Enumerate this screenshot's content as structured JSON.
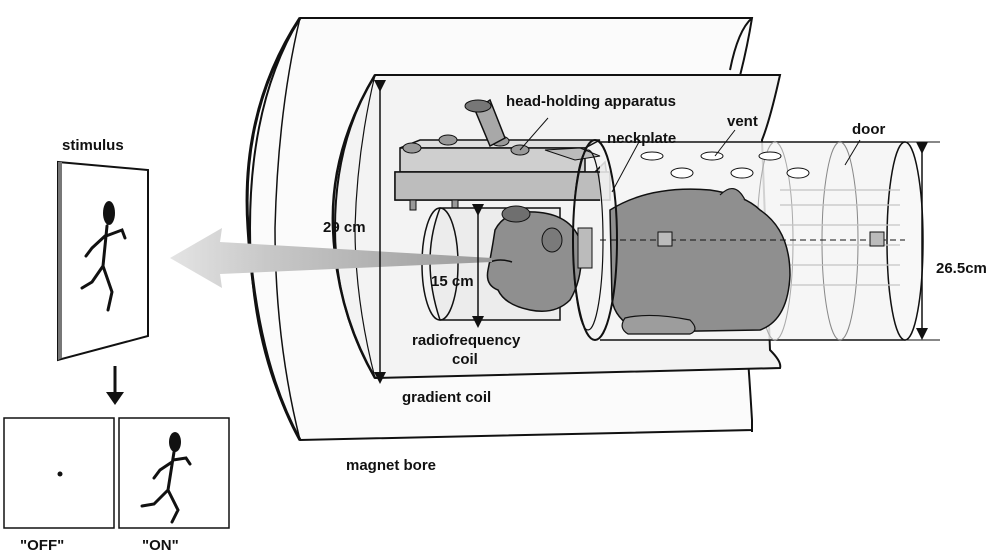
{
  "labels": {
    "stimulus": "stimulus",
    "head_holding": "head-holding apparatus",
    "neckplate": "neckplate",
    "vent": "vent",
    "door": "door",
    "bore_height": "29 cm",
    "coil_height": "15 cm",
    "door_height": "26.5cm",
    "rf_coil_line1": "radiofrequency",
    "rf_coil_line2": "coil",
    "gradient_coil": "gradient coil",
    "magnet_bore": "magnet bore",
    "off": "\"OFF\"",
    "on": "\"ON\""
  },
  "icons": {
    "stimulus_figure": "running-stick-figure-icon",
    "monkey": "monkey-icon",
    "arrow": "arrow-down-icon"
  },
  "colors": {
    "ink": "#111111",
    "tube_fill": "#f0f0f0",
    "bore_fill": "#fafafa",
    "apparatus": "#c9c9c9",
    "monkey": "#8a8a8a",
    "beam": "#b8b8b8"
  }
}
